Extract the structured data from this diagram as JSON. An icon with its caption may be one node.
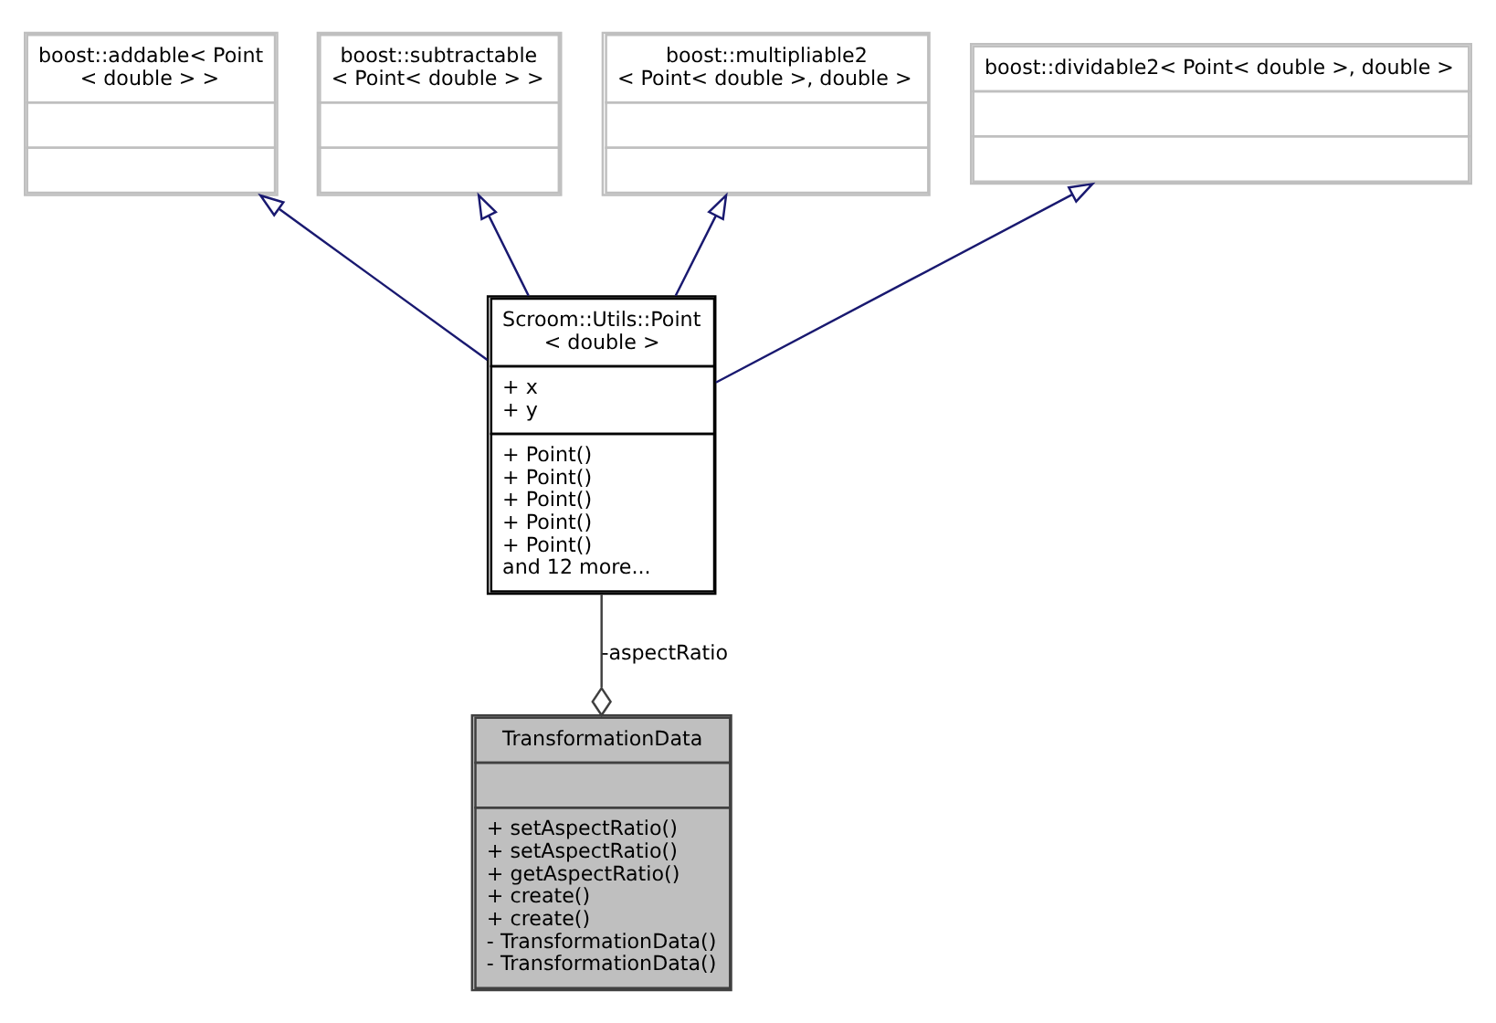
{
  "diagram": {
    "nodes": [
      {
        "text": [
          "boost::addable< Point < double > >"
        ]
      },
      {
        "text": [
          "boost::subtractable < Point< double > >"
        ]
      },
      {
        "text": [
          "boost::multipliable2 < Point< double >, double >"
        ]
      },
      {
        "text": [
          "boost::dividable2< Point< double >, double >"
        ]
      },
      {
        "text": [
          "Scroom::Utils::Point < double >",
          "+ x + y",
          "+ Point() + Point() + Point() + Point() + Point() and 12 more..."
        ]
      },
      {
        "text": [
          "TransformationData",
          "+ setAspectRatio() + setAspectRatio() + getAspectRatio() + create() + create() - TransformationData() - TransformationData()"
        ]
      }
    ],
    "edges": [
      {
        "from": 4,
        "to": 0,
        "arrow": "to"
      },
      {
        "from": 4,
        "to": 1,
        "arrow": "to"
      },
      {
        "from": 4,
        "to": 2,
        "arrow": "to"
      },
      {
        "from": 4,
        "to": 3,
        "arrow": "to"
      },
      {
        "from": 4,
        "to": 5,
        "arrow": "other",
        "label": "-aspectRatio",
        "color": "#404040"
      }
    ]
  }
}
